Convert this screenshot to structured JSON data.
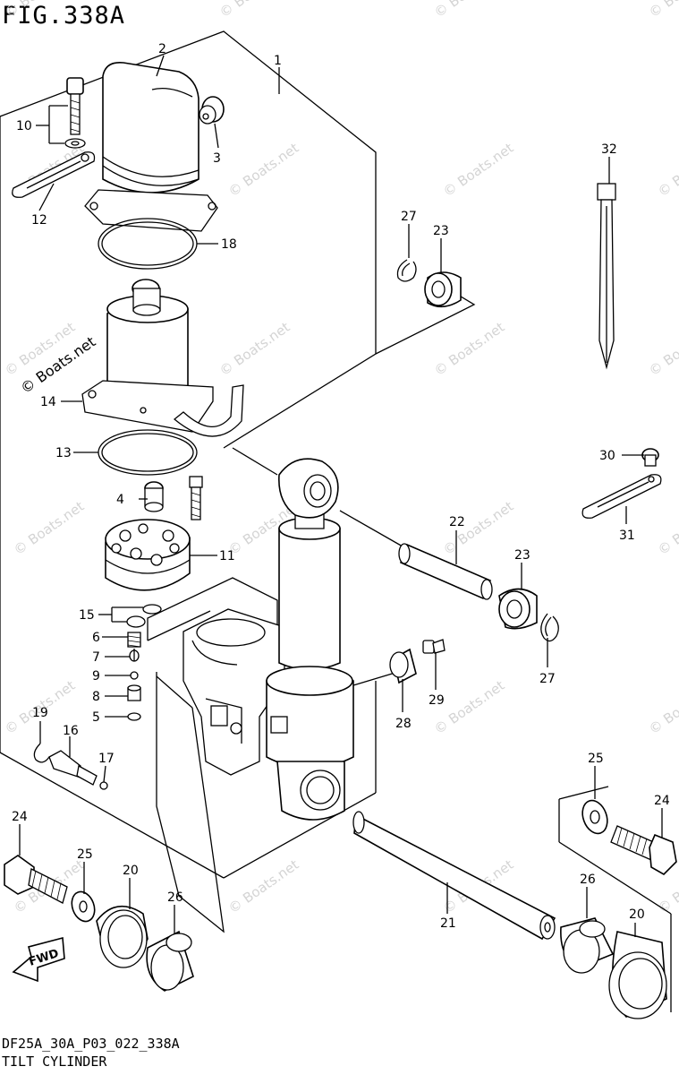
{
  "figure": {
    "title": "FIG.338A",
    "diagram_code": "DF25A_30A_P03_022_338A",
    "name": "TILT CYLINDER"
  },
  "watermark": {
    "text": "© Boats.net"
  },
  "fwd_label": "FWD",
  "callouts": [
    "1",
    "2",
    "3",
    "4",
    "5",
    "6",
    "7",
    "8",
    "9",
    "10",
    "11",
    "12",
    "13",
    "14",
    "15",
    "16",
    "17",
    "18",
    "19",
    "20",
    "20",
    "21",
    "22",
    "23",
    "23",
    "24",
    "24",
    "25",
    "25",
    "26",
    "26",
    "27",
    "27",
    "28",
    "29",
    "30",
    "31",
    "32"
  ]
}
